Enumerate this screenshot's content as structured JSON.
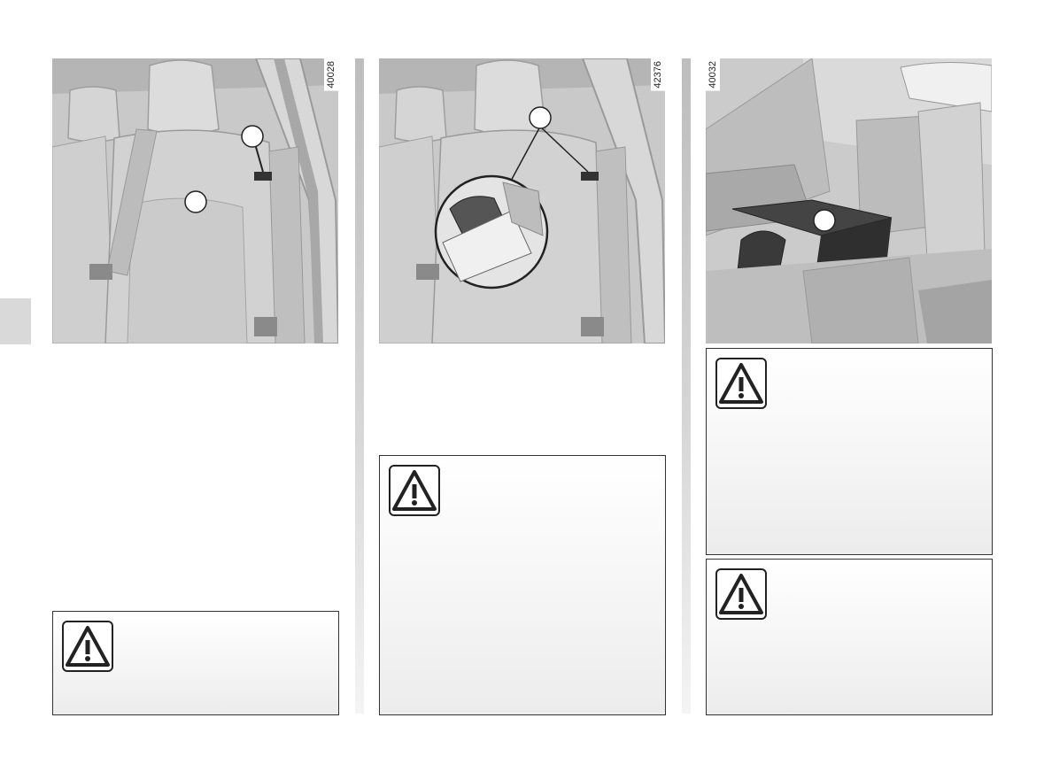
{
  "figures": [
    {
      "code": "40028",
      "callouts": [
        "",
        ""
      ]
    },
    {
      "code": "42376",
      "callouts": [
        ""
      ]
    },
    {
      "code": "40032",
      "callouts": [
        ""
      ]
    }
  ],
  "warnings": [
    {
      "icon": "warning-triangle-icon"
    },
    {
      "icon": "warning-triangle-icon"
    },
    {
      "icon": "warning-triangle-icon"
    },
    {
      "icon": "warning-triangle-icon"
    }
  ],
  "colors": {
    "tab": "#d9d9d9",
    "border": "#333333"
  }
}
